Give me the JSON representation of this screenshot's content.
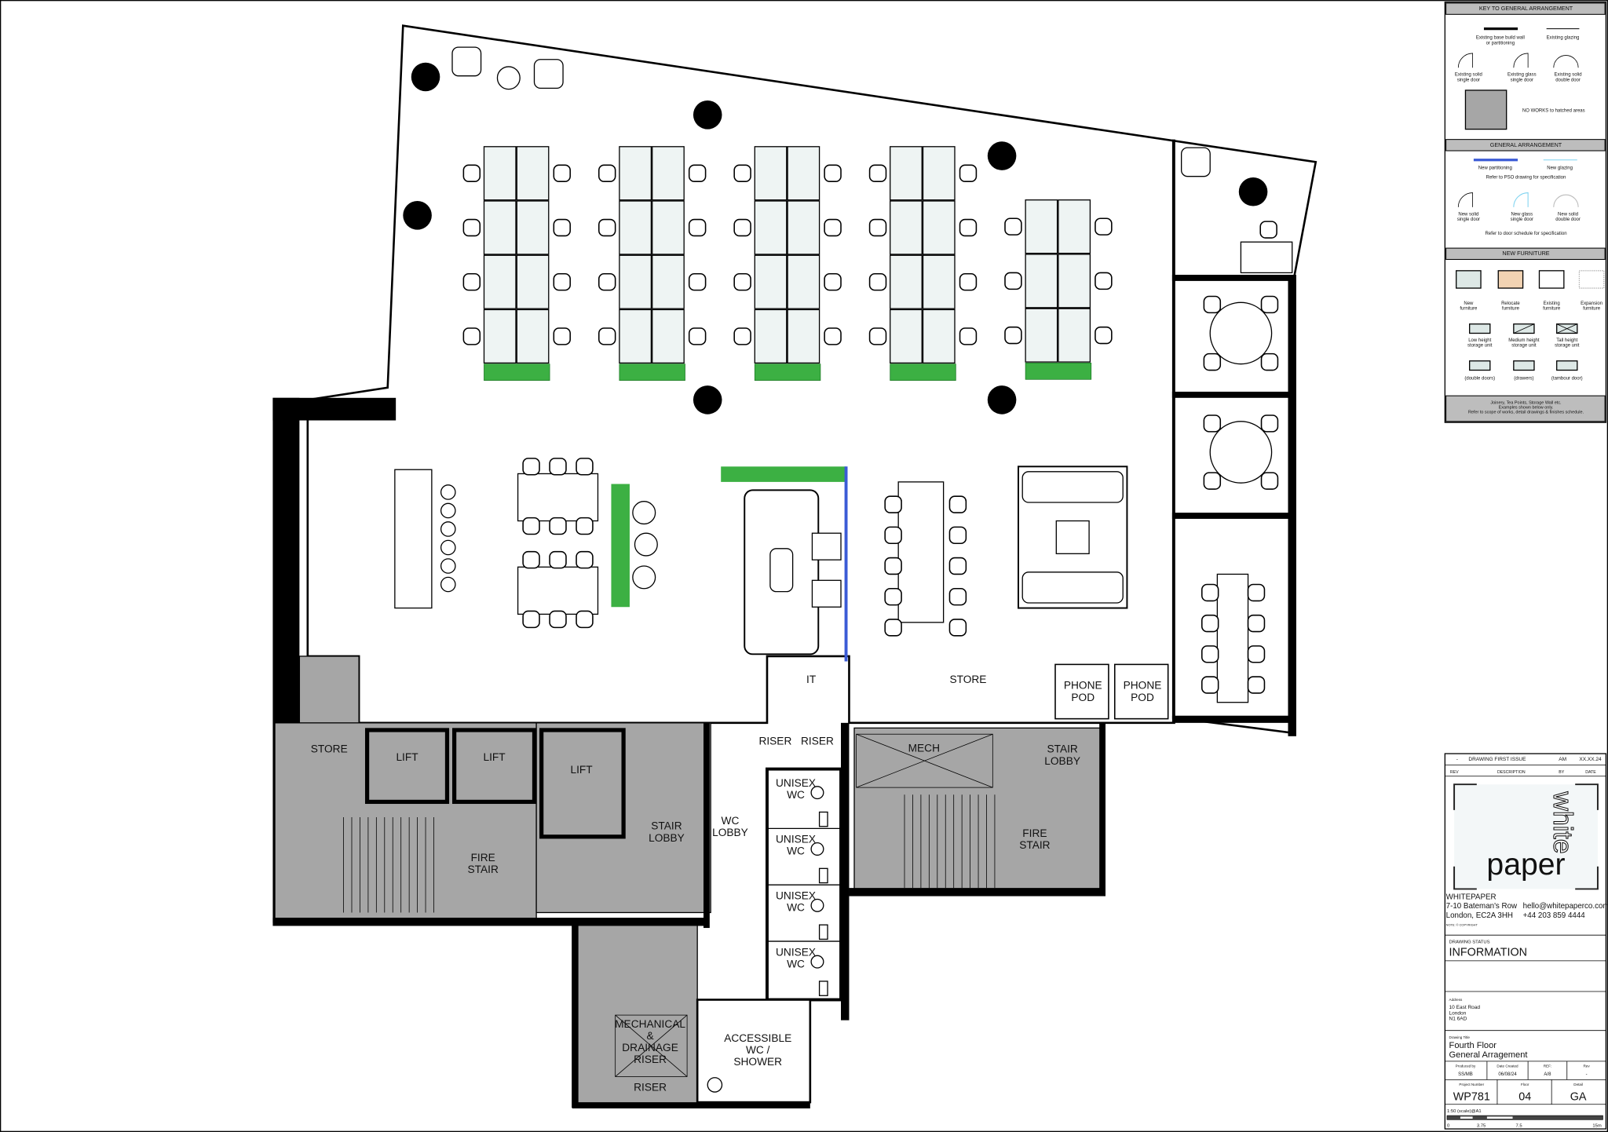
{
  "rooms": {
    "it": "IT",
    "store_top": "STORE",
    "phone_pod_1": "PHONE\nPOD",
    "phone_pod_2": "PHONE\nPOD",
    "riser_1": "RISER",
    "riser_2": "RISER",
    "mech": "MECH",
    "stair_lobby_right": "STAIR\nLOBBY",
    "store_left": "STORE",
    "lift_1": "LIFT",
    "lift_2": "LIFT",
    "lift_3": "LIFT",
    "unisex_wc": "UNISEX\nWC",
    "wc_lobby": "WC\nLOBBY",
    "stair_lobby_left": "STAIR\nLOBBY",
    "fire_stair_left": "FIRE\nSTAIR",
    "fire_stair_right": "FIRE\nSTAIR",
    "mechanical_riser": "MECHANICAL\n&\nDRAINAGE\nRISER",
    "accessible_wc": "ACCESSIBLE\nWC /\nSHOWER",
    "riser_bottom": "RISER"
  },
  "legend": {
    "key_title": "KEY TO GENERAL ARRANGEMENT",
    "existing_wall": "Existing base build wall\nor partitioning",
    "existing_glazing": "Existing glazing",
    "existing_solid_single": "Existing solid\nsingle door",
    "existing_glass_single": "Existing glass\nsingle door",
    "existing_solid_double": "Existing solid\ndouble door",
    "no_works": "NO WORKS to hatched areas",
    "ga_title": "GENERAL ARRANGEMENT",
    "new_partitioning": "New partitioning",
    "new_glazing": "New glazing",
    "refer_pso": "Refer to PSO drawing for specification",
    "new_solid_single": "New solid\nsingle door",
    "new_glass_single": "New glass\nsingle door",
    "new_solid_double": "New solid\ndouble door",
    "refer_door": "Refer to door schedule for specification",
    "furniture_title": "NEW FURNITURE",
    "new_furniture": "New\nfurniture",
    "relocate_furniture": "Relocate\nfurniture",
    "existing_furniture": "Existing\nfurniture",
    "expansion_furniture": "Expansion\nfurniture",
    "low_storage": "Low height\nstorage unit",
    "medium_storage": "Medium height\nstorage unit",
    "tall_storage": "Tall height\nstorage unit",
    "double_doors": "(double doors)",
    "drawers": "(drawers)",
    "tambour": "(tambour door)",
    "footer": "Joinery, Tea Points, Storage Wall etc.\nExamples shown below only.\nRefer to scope of works, detail drawings & finishes schedule.",
    "colors": {
      "new": "#dde8e6",
      "relocate": "#f2d3b3",
      "existing": "#ffffff",
      "no_works": "#a6a6a6",
      "new_partition": "#3b5bd6",
      "new_glazing": "#7fd3f0",
      "planting": "#3cb043"
    }
  },
  "title_block": {
    "rev": "-",
    "rev_desc": "DRAWING FIRST ISSUE",
    "rev_by": "AM",
    "rev_date": "XX.XX.24",
    "h_rev": "REV",
    "h_desc": "DESCRIPTION",
    "h_by": "BY",
    "h_date": "DATE",
    "logo": "white paper",
    "company": "WHITEPAPER",
    "addr1": "7-10 Bateman's Row",
    "addr2": "London, EC2A 3HH",
    "email": "hello@whitepaperco.com",
    "phone": "+44 203 859 4444",
    "copyright": "NOTE: © COPYRIGHT",
    "status_label": "DRAWING STATUS",
    "status": "INFORMATION",
    "address_label": "Address",
    "address": "10 East Road\nLondon\nN1 6AD",
    "title_label": "Drawing Title",
    "title": "Fourth Floor\nGeneral Arragement",
    "produced_label": "Produced by",
    "produced": "SS/MB",
    "date_label": "Date Created",
    "date": "06/08/24",
    "ref_label": "REF:",
    "ref": "A/8",
    "rev_label": "Rev",
    "rev_val": "-",
    "project_label": "Project Number",
    "project": "WP781",
    "floor_label": "Floor",
    "floor": "04",
    "detail_label": "Detail",
    "detail": "GA",
    "scale": "1:50 (scale)@A1",
    "scale_ticks": [
      "0",
      "3.75",
      "7.5",
      "15m"
    ]
  }
}
